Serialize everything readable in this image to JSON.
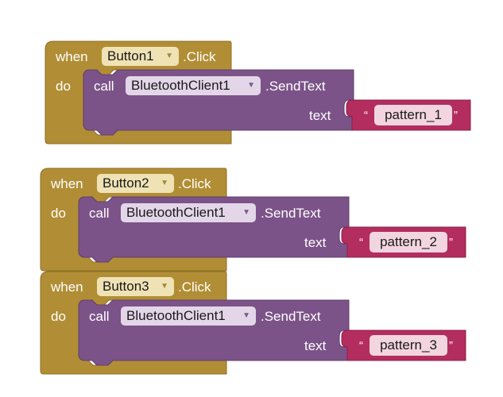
{
  "colors": {
    "event_block": "#b18e35",
    "event_edge": "#8c6e24",
    "method_block": "#7b5388",
    "method_edge": "#5f3d6d",
    "text_block": "#b32d5e",
    "text_edge": "#8d2049"
  },
  "events": [
    {
      "when_label": "when",
      "component": "Button1",
      "event": ".Click",
      "do_label": "do",
      "call_label": "call",
      "bt_component": "BluetoothClient1",
      "method": ".SendText",
      "arg_label": "text",
      "open_quote": "“",
      "string_value": "pattern_1",
      "close_quote": "”"
    },
    {
      "when_label": "when",
      "component": "Button2",
      "event": ".Click",
      "do_label": "do",
      "call_label": "call",
      "bt_component": "BluetoothClient1",
      "method": ".SendText",
      "arg_label": "text",
      "open_quote": "“",
      "string_value": "pattern_2",
      "close_quote": "”"
    },
    {
      "when_label": "when",
      "component": "Button3",
      "event": ".Click",
      "do_label": "do",
      "call_label": "call",
      "bt_component": "BluetoothClient1",
      "method": ".SendText",
      "arg_label": "text",
      "open_quote": "“",
      "string_value": "pattern_3",
      "close_quote": "”"
    }
  ]
}
